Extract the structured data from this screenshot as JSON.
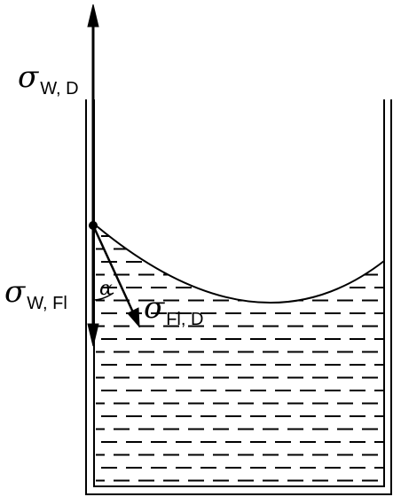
{
  "labels": {
    "sigma_wd": {
      "symbol": "σ",
      "subscript": "W, D"
    },
    "sigma_wfl": {
      "symbol": "σ",
      "subscript": "W, Fl"
    },
    "sigma_fld": {
      "symbol": "σ",
      "subscript": "Fl, D"
    },
    "alpha": "α"
  },
  "colors": {
    "stroke": "#000000",
    "background": "#ffffff"
  }
}
